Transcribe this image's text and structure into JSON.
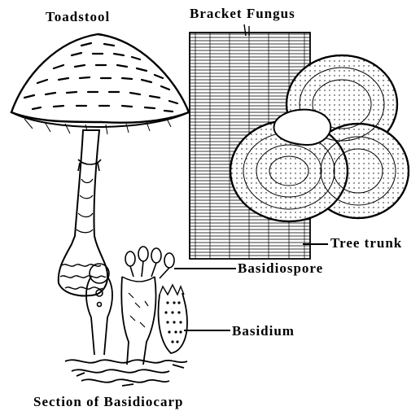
{
  "labels": {
    "toadstool": "Toadstool",
    "bracket_fungus": "Bracket Fungus",
    "tree_trunk": "Tree trunk",
    "basidiospore": "Basidiospore",
    "basidium": "Basidium",
    "section": "Section of Basidiocarp"
  },
  "colors": {
    "ink": "#000000",
    "background": "#ffffff"
  }
}
